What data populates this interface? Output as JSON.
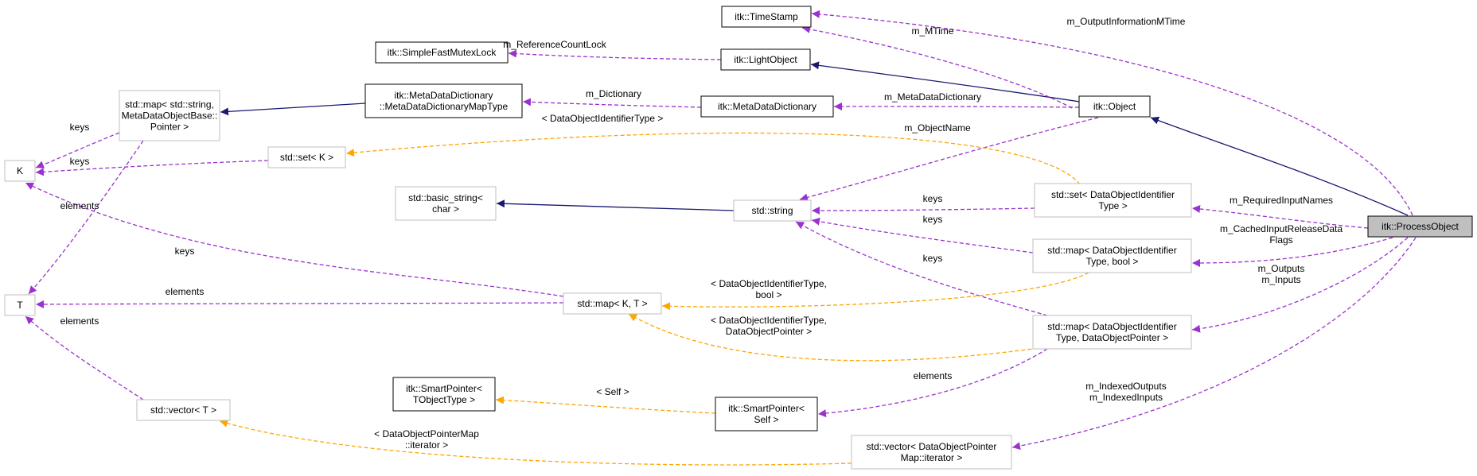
{
  "colors": {
    "inheritance": "#191970",
    "usage": "#9a32cd",
    "template": "#ffa500",
    "documented_border": "#000000",
    "undocumented_border": "#bfbfbf",
    "focus_fill": "#bfbfbf"
  },
  "nodes": {
    "process_object": {
      "lines": [
        "itk::ProcessObject"
      ]
    },
    "object": {
      "lines": [
        "itk::Object"
      ]
    },
    "light_object": {
      "lines": [
        "itk::LightObject"
      ]
    },
    "time_stamp": {
      "lines": [
        "itk::TimeStamp"
      ]
    },
    "simple_fast_mutex_lock": {
      "lines": [
        "itk::SimpleFastMutexLock"
      ]
    },
    "metadata_dictionary": {
      "lines": [
        "itk::MetaDataDictionary"
      ]
    },
    "metadata_dictionary_map_type": {
      "lines": [
        "itk::MetaDataDictionary",
        "::MetaDataDictionaryMapType"
      ]
    },
    "std_map_string": {
      "lines": [
        "std::map< std::string,",
        "MetaDataObjectBase::",
        "Pointer >"
      ]
    },
    "k": {
      "lines": [
        "K"
      ]
    },
    "t": {
      "lines": [
        "T"
      ]
    },
    "std_set_k": {
      "lines": [
        "std::set< K >"
      ]
    },
    "std_basic_string": {
      "lines": [
        "std::basic_string<",
        "char >"
      ]
    },
    "std_string": {
      "lines": [
        "std::string"
      ]
    },
    "std_set_doid": {
      "lines": [
        "std::set< DataObjectIdentifier",
        "Type >"
      ]
    },
    "std_map_doid_bool": {
      "lines": [
        "std::map< DataObjectIdentifier",
        "Type, bool >"
      ]
    },
    "std_map_k_t": {
      "lines": [
        "std::map< K, T >"
      ]
    },
    "std_map_doid_ptr": {
      "lines": [
        "std::map< DataObjectIdentifier",
        "Type, DataObjectPointer >"
      ]
    },
    "smart_pointer_tobject": {
      "lines": [
        "itk::SmartPointer<",
        "TObjectType >"
      ]
    },
    "smart_pointer_self": {
      "lines": [
        "itk::SmartPointer<",
        "Self >"
      ]
    },
    "std_vector_t": {
      "lines": [
        "std::vector< T >"
      ]
    },
    "std_vector_dop": {
      "lines": [
        "std::vector< DataObjectPointer",
        "Map::iterator >"
      ]
    }
  },
  "edges": {
    "output_information_mtime": {
      "lines": [
        "m_OutputInformationMTime"
      ]
    },
    "m_mtime": {
      "lines": [
        "m_MTime"
      ]
    },
    "m_reference_count_lock": {
      "lines": [
        "m_ReferenceCountLock"
      ]
    },
    "m_dictionary": {
      "lines": [
        "m_Dictionary"
      ]
    },
    "m_metadata_dictionary": {
      "lines": [
        "m_MetaDataDictionary"
      ]
    },
    "m_object_name": {
      "lines": [
        "m_ObjectName"
      ]
    },
    "doid_type_template": {
      "lines": [
        "< DataObjectIdentifierType >"
      ]
    },
    "keys_map_to_k": {
      "lines": [
        "keys"
      ]
    },
    "keys_set_to_k": {
      "lines": [
        "keys"
      ]
    },
    "elements_map_to_t": {
      "lines": [
        "elements"
      ]
    },
    "m_required_input_names": {
      "lines": [
        "m_RequiredInputNames"
      ]
    },
    "m_cached_input_release": {
      "lines": [
        "m_CachedInputReleaseData",
        "Flags"
      ]
    },
    "keys_set_doid_string": {
      "lines": [
        "keys"
      ]
    },
    "keys_map_bool_string": {
      "lines": [
        "keys"
      ]
    },
    "keys_map_ptr_string": {
      "lines": [
        "keys"
      ]
    },
    "keys_mapkt_to_k": {
      "lines": [
        "keys"
      ]
    },
    "elements_mapkt_to_t": {
      "lines": [
        "elements"
      ]
    },
    "doid_bool_template": {
      "lines": [
        "< DataObjectIdentifierType,",
        "bool >"
      ]
    },
    "doid_ptr_template": {
      "lines": [
        "< DataObjectIdentifierType,",
        "DataObjectPointer >"
      ]
    },
    "m_outputs_inputs": {
      "lines": [
        "m_Outputs",
        "m_Inputs"
      ]
    },
    "elements_vector_to_t": {
      "lines": [
        "elements"
      ]
    },
    "self_template": {
      "lines": [
        "< Self >"
      ]
    },
    "elements_ptrmap_smartptr": {
      "lines": [
        "elements"
      ]
    },
    "m_indexed": {
      "lines": [
        "m_IndexedOutputs",
        "m_IndexedInputs"
      ]
    },
    "dop_map_iterator_template": {
      "lines": [
        "< DataObjectPointerMap",
        "::iterator >"
      ]
    }
  }
}
